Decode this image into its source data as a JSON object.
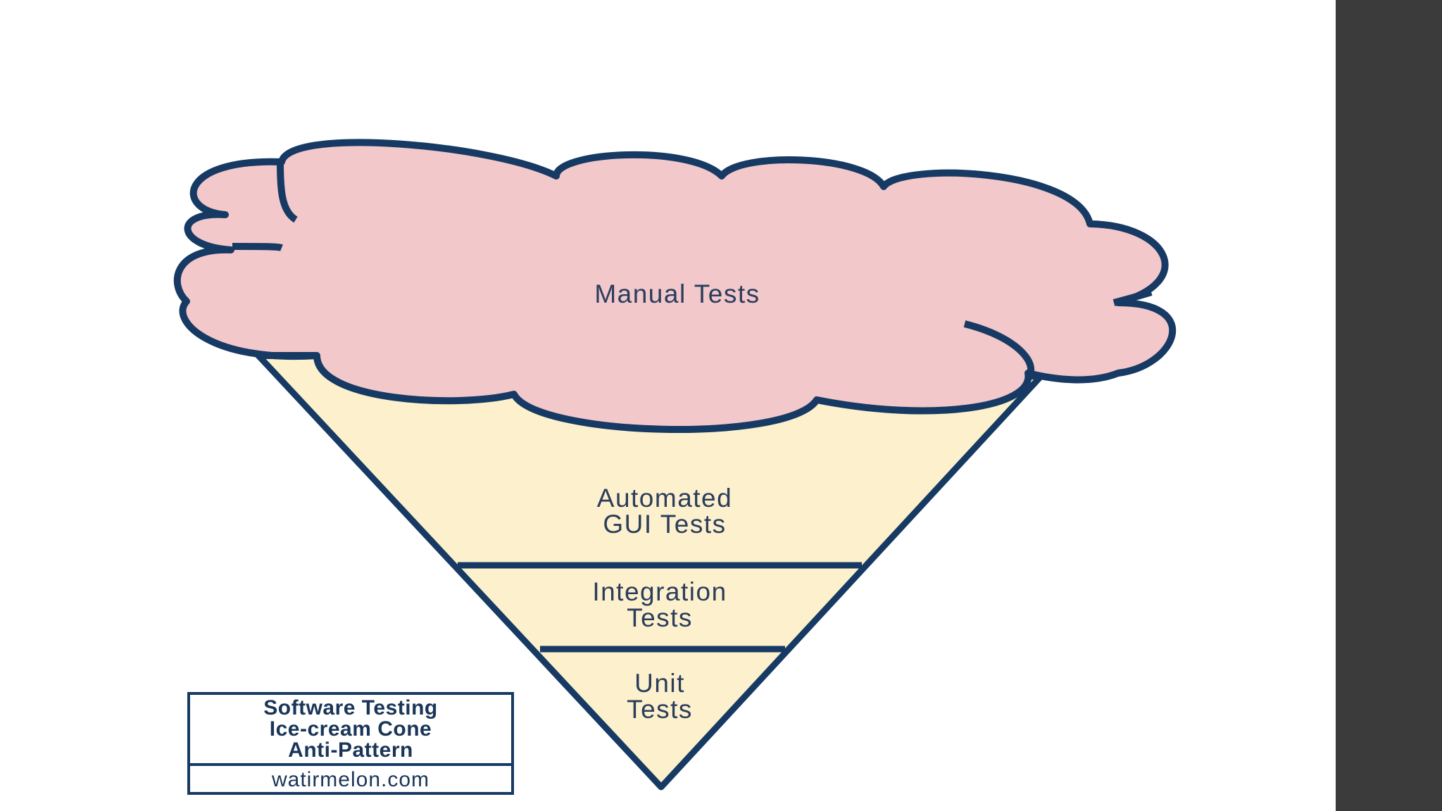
{
  "layers": {
    "manual": "Manual Tests",
    "gui_line1": "Automated",
    "gui_line2": "GUI Tests",
    "integration_line1": "Integration",
    "integration_line2": "Tests",
    "unit_line1": "Unit",
    "unit_line2": "Tests"
  },
  "caption": {
    "line1": "Software Testing",
    "line2": "Ice-cream Cone",
    "line3": "Anti-Pattern",
    "url": "watirmelon.com"
  },
  "colors": {
    "outline": "#163a63",
    "cream": "#fdf0cc",
    "cloud": "#f2c8cb",
    "side_panel": "#3b3b3c"
  }
}
